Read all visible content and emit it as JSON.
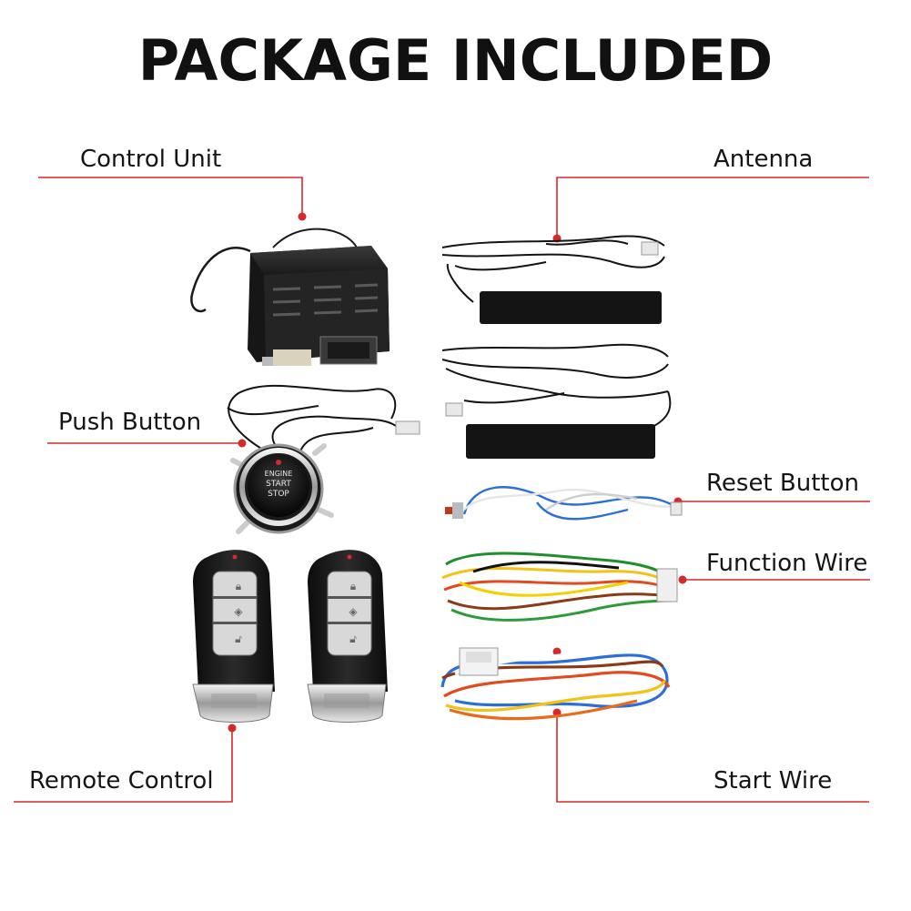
{
  "title": "PACKAGE INCLUDED",
  "accent_color": "#d62a2a",
  "labels": {
    "control_unit": "Control Unit",
    "antenna": "Antenna",
    "push_button": "Push Button",
    "reset_button": "Reset Button",
    "function_wire": "Function Wire",
    "remote_control": "Remote Control",
    "start_wire": "Start Wire"
  },
  "push_button_face": [
    "ENGINE",
    "START",
    "STOP"
  ],
  "icons": [
    "lock-icon",
    "trunk-icon",
    "unlock-icon",
    "power-icon"
  ]
}
